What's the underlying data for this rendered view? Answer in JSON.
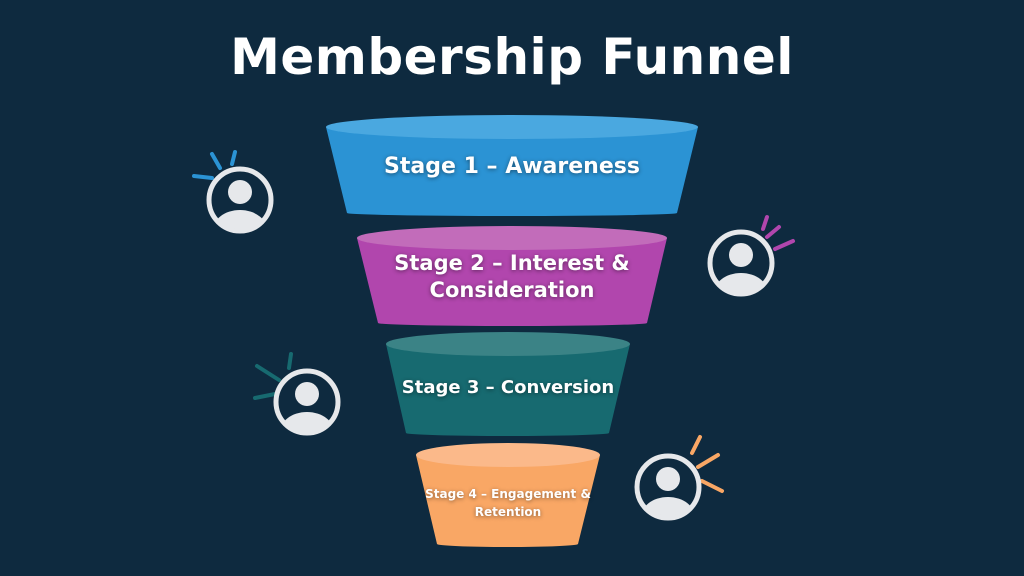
{
  "title": "Membership Funnel",
  "stages": [
    {
      "line1": "Stage 1 – Awareness",
      "line2": "",
      "color": "#2b93d4",
      "top_color": "#4aa8e0"
    },
    {
      "line1": "Stage 2 – Interest &",
      "line2": "Consideration",
      "color": "#b146ad",
      "top_color": "#c26cba"
    },
    {
      "line1": "Stage 3 – Conversion",
      "line2": "",
      "color": "#176a70",
      "top_color": "#3b8386"
    },
    {
      "line1": "Stage 4 – Engagement &",
      "line2": "Retention",
      "color": "#f9a765",
      "top_color": "#fbb98a"
    }
  ],
  "icon_colors": [
    "#2b93d4",
    "#b146ad",
    "#176a70",
    "#f9a765"
  ]
}
